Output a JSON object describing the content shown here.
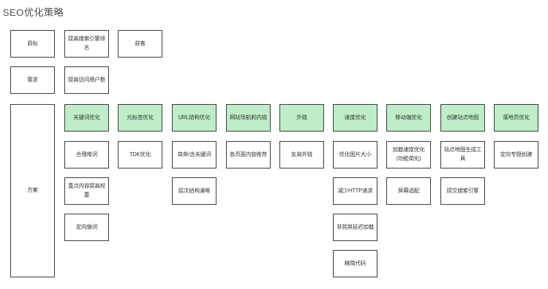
{
  "title": "SEO优化策略",
  "colors": {
    "background": "#ffffff",
    "green_fill": "#bdeec8",
    "box_border": "#2f2f2f",
    "box_text": "#333333",
    "title_text": "#4b4b4b"
  },
  "diagram": {
    "nodes": [
      {
        "label": "目标",
        "col": 0,
        "row": 0,
        "kind": "plain"
      },
      {
        "label": "提高搜索引擎排名",
        "col": 1,
        "row": 0,
        "kind": "plain"
      },
      {
        "label": "获客",
        "col": 2,
        "row": 0,
        "kind": "plain"
      },
      {
        "label": "需求",
        "col": 0,
        "row": 1,
        "kind": "plain"
      },
      {
        "label": "提高访问用户数",
        "col": 1,
        "row": 1,
        "kind": "plain"
      },
      {
        "label": "方案",
        "col": 0,
        "row": 2,
        "kind": "tall"
      },
      {
        "label": "关键词优化",
        "col": 1,
        "row": 2,
        "kind": "green"
      },
      {
        "label": "元标签优化",
        "col": 2,
        "row": 2,
        "kind": "green"
      },
      {
        "label": "URL结构优化",
        "col": 3,
        "row": 2,
        "kind": "green"
      },
      {
        "label": "网站导航和内链",
        "col": 4,
        "row": 2,
        "kind": "green"
      },
      {
        "label": "外链",
        "col": 5,
        "row": 2,
        "kind": "green"
      },
      {
        "label": "速度优化",
        "col": 6,
        "row": 2,
        "kind": "green"
      },
      {
        "label": "移动端优化",
        "col": 7,
        "row": 2,
        "kind": "green"
      },
      {
        "label": "创建站点地图",
        "col": 8,
        "row": 2,
        "kind": "green"
      },
      {
        "label": "落地页优化",
        "col": 9,
        "row": 2,
        "kind": "green"
      },
      {
        "label": "合理堆词",
        "col": 1,
        "row": 3,
        "kind": "plain"
      },
      {
        "label": "TDK优化",
        "col": 2,
        "row": 3,
        "kind": "plain"
      },
      {
        "label": "简单/含关键词",
        "col": 3,
        "row": 3,
        "kind": "plain"
      },
      {
        "label": "各页面内容推荐",
        "col": 4,
        "row": 3,
        "kind": "plain"
      },
      {
        "label": "友商外链",
        "col": 5,
        "row": 3,
        "kind": "plain"
      },
      {
        "label": "优化图片大小",
        "col": 6,
        "row": 3,
        "kind": "plain"
      },
      {
        "label": "加载速度优化\n(功能简化)",
        "col": 7,
        "row": 3,
        "kind": "plain"
      },
      {
        "label": "站点地图生成工具",
        "col": 8,
        "row": 3,
        "kind": "plain"
      },
      {
        "label": "定向专题创建",
        "col": 9,
        "row": 3,
        "kind": "plain"
      },
      {
        "label": "重点内容提高权重",
        "col": 1,
        "row": 4,
        "kind": "plain"
      },
      {
        "label": "层次结构清晰",
        "col": 3,
        "row": 4,
        "kind": "plain"
      },
      {
        "label": "减少HTTP请求",
        "col": 6,
        "row": 4,
        "kind": "plain"
      },
      {
        "label": "屏幕适配",
        "col": 7,
        "row": 4,
        "kind": "plain"
      },
      {
        "label": "提交搜索引擎",
        "col": 8,
        "row": 4,
        "kind": "plain"
      },
      {
        "label": "定向做词",
        "col": 1,
        "row": 5,
        "kind": "plain"
      },
      {
        "label": "非首屏延迟加载",
        "col": 6,
        "row": 5,
        "kind": "plain"
      },
      {
        "label": "精简代码",
        "col": 6,
        "row": 6,
        "kind": "plain"
      }
    ]
  }
}
